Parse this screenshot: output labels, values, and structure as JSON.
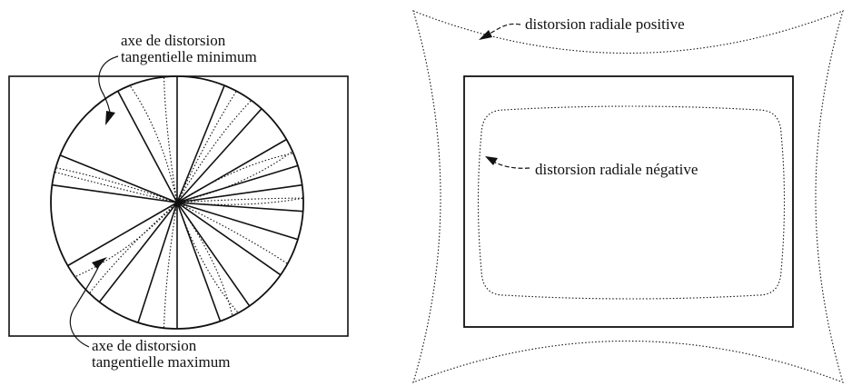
{
  "left_panel": {
    "label_min_line1": "axe de distorsion",
    "label_min_line2": "tangentielle minimum",
    "label_max_line1": "axe de distorsion",
    "label_max_line2": "tangentielle maximum"
  },
  "right_panel": {
    "label_positive": "distorsion radiale positive",
    "label_negative": "distorsion radiale négative"
  },
  "colors": {
    "ink": "#111111",
    "background": "#ffffff"
  }
}
